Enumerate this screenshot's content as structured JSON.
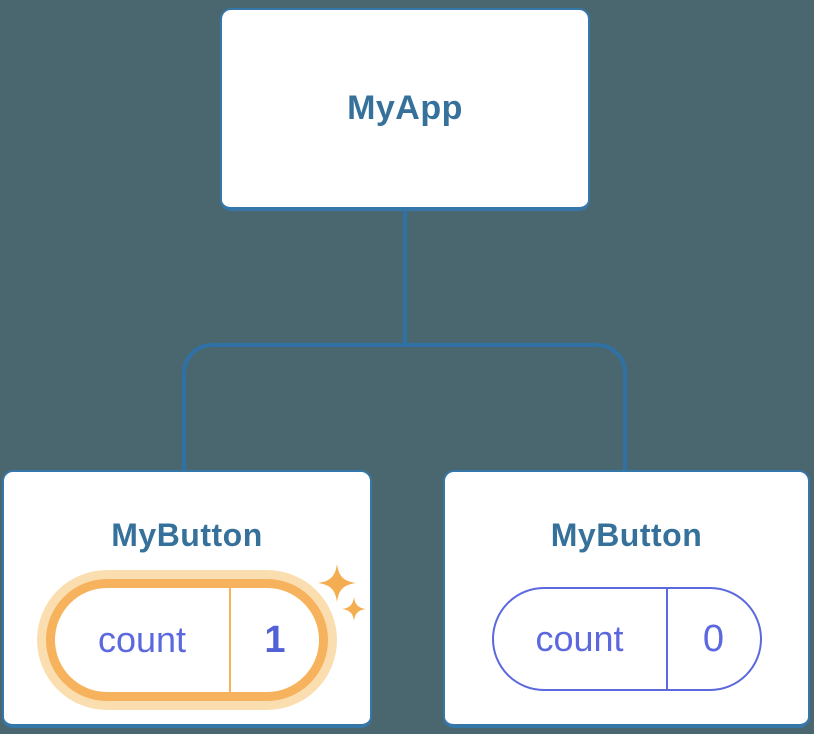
{
  "diagram": {
    "title": "component-tree",
    "background_color": "#4a6770",
    "connector_color": "#2f71a5",
    "card_border_color": "#3577a8",
    "card_background_color": "#ffffff",
    "label_color": "#36719c",
    "state_text_color": "#5b68de",
    "state_value_bold_color": "#5361d6",
    "highlight_border_color": "#f6b25c",
    "highlight_glow_color": "#fbdeb0",
    "sparkle_color": "#f5ad52",
    "root": {
      "label": "MyApp"
    },
    "children": [
      {
        "label": "MyButton",
        "state_key": "count",
        "state_value": "1",
        "highlighted": true,
        "icon": "sparkles-icon"
      },
      {
        "label": "MyButton",
        "state_key": "count",
        "state_value": "0",
        "highlighted": false
      }
    ]
  }
}
